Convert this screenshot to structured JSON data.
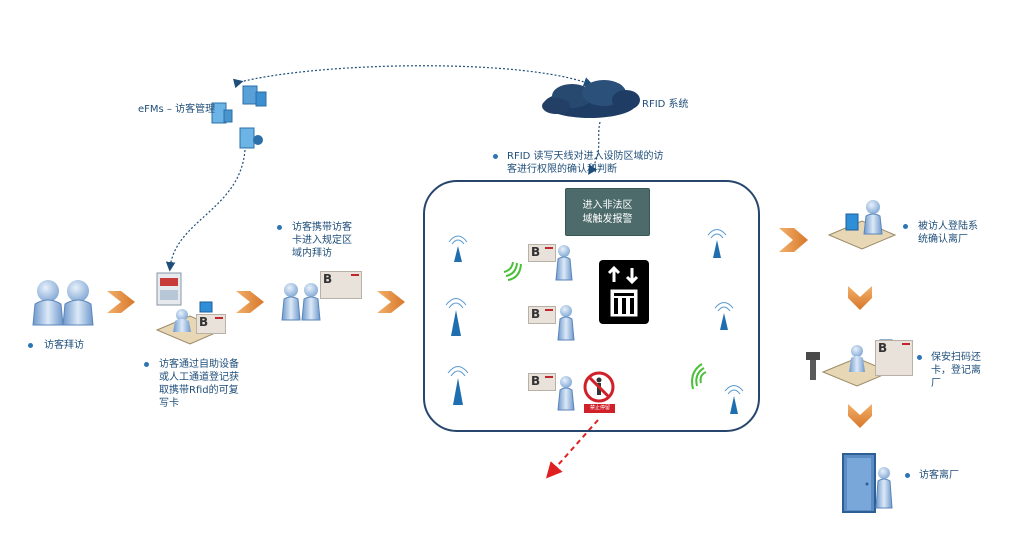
{
  "nodes": {
    "efms": "eFMs – 访客管理",
    "rfid_system": "RFID 系统"
  },
  "notes": {
    "rfid_read": [
      "RFID 读写天线对进入设防区域的访",
      "客进行权限的确认和判断"
    ],
    "visitor_visit": "访客拜访",
    "self_service": [
      "访客通过自助设备",
      "或人工通道登记获",
      "取携带Rfid的可复",
      "写卡"
    ],
    "carry_card": [
      "访客携带访客",
      "卡进入规定区",
      "域内拜访"
    ],
    "alarm": [
      "进入非法区",
      "域触发报警"
    ],
    "host_confirm": [
      "被访人登陆系",
      "统确认离厂"
    ],
    "guard_scan": [
      "保安扫码还",
      "卡，登记离",
      "厂"
    ],
    "leave": "访客离厂",
    "no_entry_sign": "禁止停留",
    "card_letter": "B"
  },
  "colors": {
    "text": "#1f4e79",
    "arrow": "#e8903a",
    "zone_border": "#27466e",
    "alarm_bg": "#4d6b6b",
    "person": "#8fb3dd",
    "antenna": "#1f6fb0",
    "signal": "#4cbf3a",
    "alert_line": "#e02020"
  }
}
